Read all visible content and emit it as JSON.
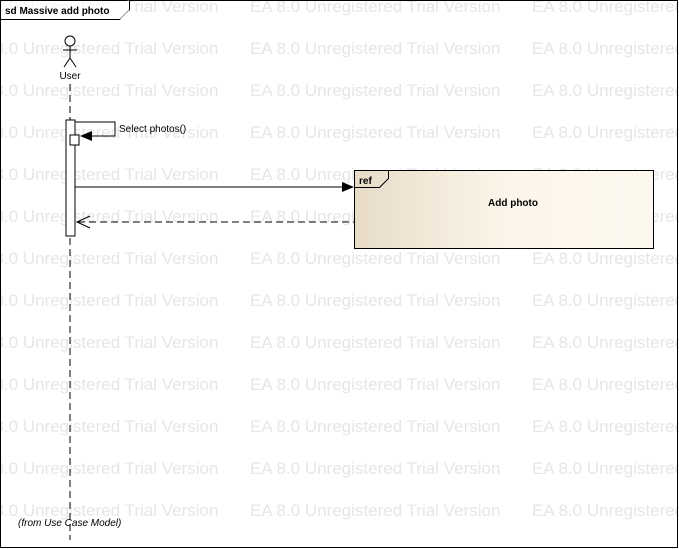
{
  "frame": {
    "title": "sd Massive add photo"
  },
  "watermark": {
    "text": "EA 8.0 Unregistered Trial Version"
  },
  "actor": {
    "name": "User"
  },
  "messages": {
    "self_call": "Select photos()"
  },
  "interaction_use": {
    "tag": "ref",
    "label": "Add photo"
  },
  "footer": {
    "note": "(from Use Case Model)"
  },
  "colors": {
    "ref_gradient_start": "#e8dcc8",
    "ref_gradient_end": "#fbf5e9",
    "line": "#000000"
  }
}
